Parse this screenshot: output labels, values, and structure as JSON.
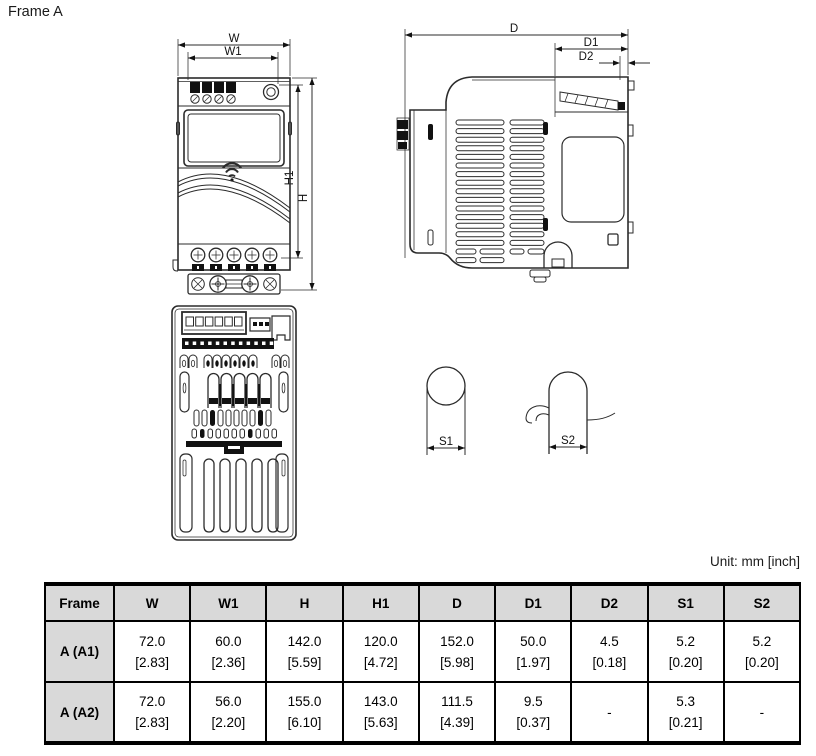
{
  "page": {
    "title": "Frame A",
    "unit_note": "Unit: mm [inch]"
  },
  "front_view": {
    "labels": {
      "w": "W",
      "w1": "W1",
      "h": "H",
      "h1": "H1"
    }
  },
  "side_view": {
    "labels": {
      "d": "D",
      "d1": "D1",
      "d2": "D2"
    }
  },
  "hole_details": {
    "s1": "S1",
    "s2": "S2"
  },
  "table": {
    "headers": [
      "Frame",
      "W",
      "W1",
      "H",
      "H1",
      "D",
      "D1",
      "D2",
      "S1",
      "S2"
    ],
    "rows": [
      {
        "frame": "A (A1)",
        "cells": [
          {
            "mm": "72.0",
            "inch": "[2.83]"
          },
          {
            "mm": "60.0",
            "inch": "[2.36]"
          },
          {
            "mm": "142.0",
            "inch": "[5.59]"
          },
          {
            "mm": "120.0",
            "inch": "[4.72]"
          },
          {
            "mm": "152.0",
            "inch": "[5.98]"
          },
          {
            "mm": "50.0",
            "inch": "[1.97]"
          },
          {
            "mm": "4.5",
            "inch": "[0.18]"
          },
          {
            "mm": "5.2",
            "inch": "[0.20]"
          },
          {
            "mm": "5.2",
            "inch": "[0.20]"
          }
        ]
      },
      {
        "frame": "A (A2)",
        "cells": [
          {
            "mm": "72.0",
            "inch": "[2.83]"
          },
          {
            "mm": "56.0",
            "inch": "[2.20]"
          },
          {
            "mm": "155.0",
            "inch": "[6.10]"
          },
          {
            "mm": "143.0",
            "inch": "[5.63]"
          },
          {
            "mm": "111.5",
            "inch": "[4.39]"
          },
          {
            "mm": "9.5",
            "inch": "[0.37]"
          },
          {
            "mm": "-",
            "inch": ""
          },
          {
            "mm": "5.3",
            "inch": "[0.21]"
          },
          {
            "mm": "-",
            "inch": ""
          }
        ]
      }
    ]
  }
}
